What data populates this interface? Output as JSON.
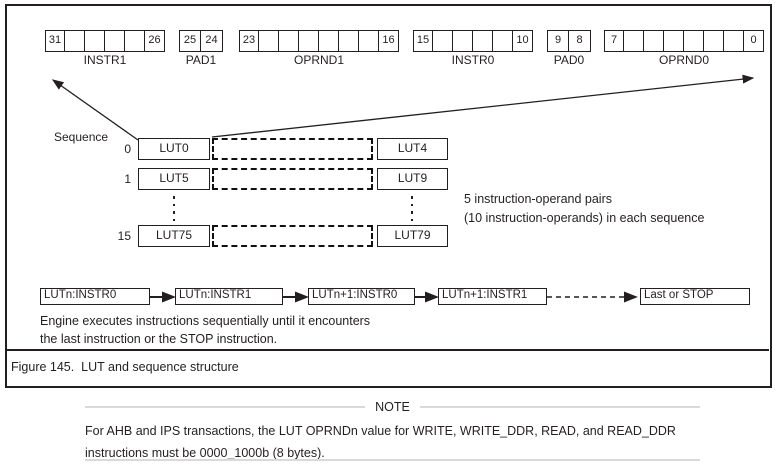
{
  "figure": {
    "caption": "Figure 145.  LUT and sequence structure",
    "bitfield": {
      "groups": [
        {
          "label": "INSTR1",
          "cells": [
            "31",
            "",
            "",
            "",
            "",
            "26"
          ]
        },
        {
          "label": "PAD1",
          "cells": [
            "25",
            "24"
          ]
        },
        {
          "label": "OPRND1",
          "cells": [
            "23",
            "",
            "",
            "",
            "",
            "",
            "",
            "16"
          ]
        },
        {
          "label": "INSTR0",
          "cells": [
            "15",
            "",
            "",
            "",
            "",
            "10"
          ]
        },
        {
          "label": "PAD0",
          "cells": [
            "9",
            "8"
          ]
        },
        {
          "label": "OPRND0",
          "cells": [
            "7",
            "",
            "",
            "",
            "",
            "",
            "",
            "0"
          ]
        }
      ]
    },
    "sequence": {
      "label": "Sequence",
      "rows": [
        {
          "index": "0",
          "left": "LUT0",
          "right": "LUT4"
        },
        {
          "index": "1",
          "left": "LUT5",
          "right": "LUT9"
        },
        {
          "index": "15",
          "left": "LUT75",
          "right": "LUT79"
        }
      ],
      "annotation": {
        "line1": "5 instruction-operand pairs",
        "line2": "(10 instruction-operands) in each sequence"
      }
    },
    "flow": {
      "boxes": [
        "LUTn:INSTR0",
        "LUTn:INSTR1",
        "LUTn+1:INSTR0",
        "LUTn+1:INSTR1",
        "Last or STOP"
      ],
      "description": {
        "line1": "Engine executes instructions sequentially until it encounters",
        "line2": "the last instruction or the STOP instruction."
      }
    }
  },
  "note": {
    "title": "NOTE",
    "body": {
      "line1": "For AHB and IPS transactions, the LUT OPRNDn value for WRITE, WRITE_DDR, READ, and READ_DDR",
      "line2": "instructions must be 0000_1000b (8 bytes)."
    }
  },
  "colors": {
    "ink": "#231f20",
    "note_rule": "#d9d9d9"
  }
}
